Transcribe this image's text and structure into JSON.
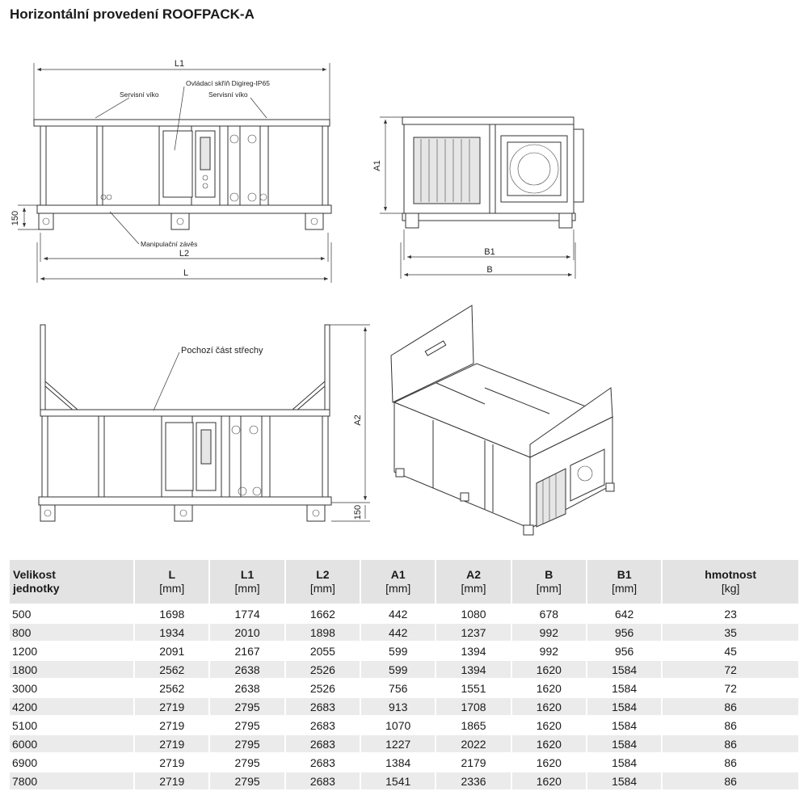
{
  "title": "Horizontální provedení ROOFPACK-A",
  "drawing1": {
    "dim_L1": "L1",
    "dim_L2": "L2",
    "dim_L": "L",
    "dim_150": "150",
    "label_servis_left": "Servisní víko",
    "label_control": "Ovládací skříň Digireg-IP65",
    "label_servis_right": "Servisní víko",
    "label_manip": "Manipulační závěs"
  },
  "drawing2": {
    "dim_A1": "A1",
    "dim_B1": "B1",
    "dim_B": "B"
  },
  "drawing3": {
    "label_roof": "Pochozí část střechy",
    "dim_A2": "A2",
    "dim_150": "150"
  },
  "table": {
    "headers": [
      {
        "name": "Velikost",
        "name2": "jednotky",
        "unit": ""
      },
      {
        "name": "L",
        "unit": "[mm]"
      },
      {
        "name": "L1",
        "unit": "[mm]"
      },
      {
        "name": "L2",
        "unit": "[mm]"
      },
      {
        "name": "A1",
        "unit": "[mm]"
      },
      {
        "name": "A2",
        "unit": "[mm]"
      },
      {
        "name": "B",
        "unit": "[mm]"
      },
      {
        "name": "B1",
        "unit": "[mm]"
      },
      {
        "name": "hmotnost",
        "unit": "[kg]"
      }
    ],
    "rows": [
      [
        "500",
        "1698",
        "1774",
        "1662",
        "442",
        "1080",
        "678",
        "642",
        "23"
      ],
      [
        "800",
        "1934",
        "2010",
        "1898",
        "442",
        "1237",
        "992",
        "956",
        "35"
      ],
      [
        "1200",
        "2091",
        "2167",
        "2055",
        "599",
        "1394",
        "992",
        "956",
        "45"
      ],
      [
        "1800",
        "2562",
        "2638",
        "2526",
        "599",
        "1394",
        "1620",
        "1584",
        "72"
      ],
      [
        "3000",
        "2562",
        "2638",
        "2526",
        "756",
        "1551",
        "1620",
        "1584",
        "72"
      ],
      [
        "4200",
        "2719",
        "2795",
        "2683",
        "913",
        "1708",
        "1620",
        "1584",
        "86"
      ],
      [
        "5100",
        "2719",
        "2795",
        "2683",
        "1070",
        "1865",
        "1620",
        "1584",
        "86"
      ],
      [
        "6000",
        "2719",
        "2795",
        "2683",
        "1227",
        "2022",
        "1620",
        "1584",
        "86"
      ],
      [
        "6900",
        "2719",
        "2795",
        "2683",
        "1384",
        "2179",
        "1620",
        "1584",
        "86"
      ],
      [
        "7800",
        "2719",
        "2795",
        "2683",
        "1541",
        "2336",
        "1620",
        "1584",
        "86"
      ]
    ]
  }
}
